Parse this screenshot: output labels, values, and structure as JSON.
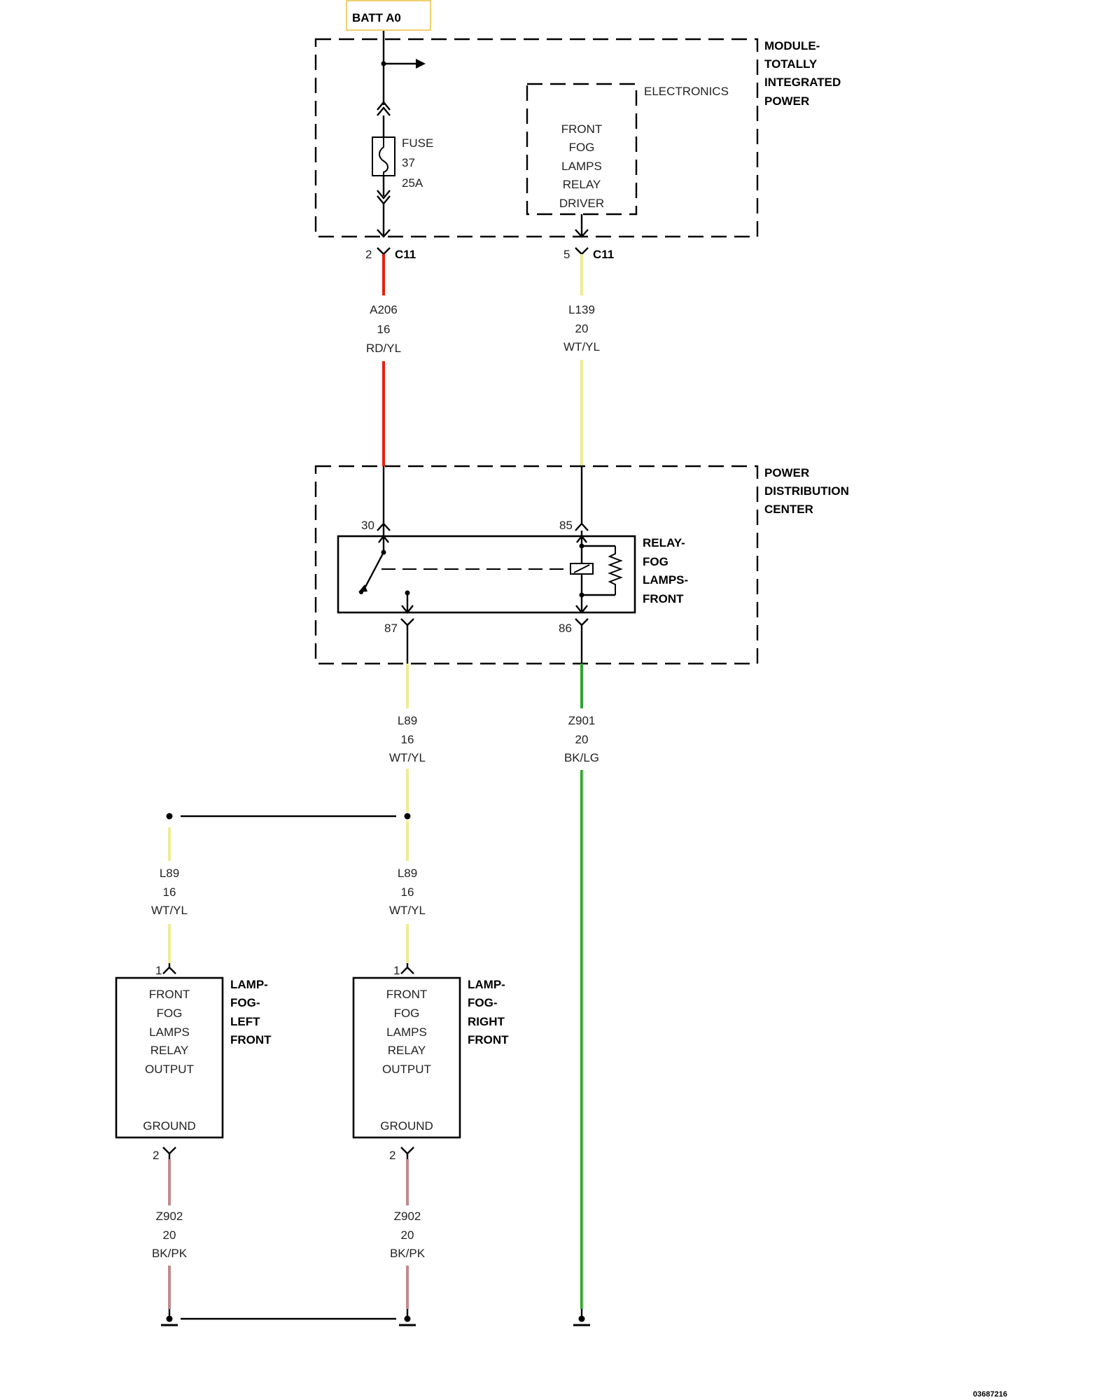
{
  "battery": {
    "label": "BATT A0"
  },
  "modules": {
    "tipm": {
      "lines": [
        "MODULE-",
        "TOTALLY",
        "INTEGRATED",
        "POWER"
      ]
    },
    "electronics": {
      "label": "ELECTRONICS",
      "lines": [
        "FRONT",
        "FOG",
        "LAMPS",
        "RELAY",
        "DRIVER"
      ]
    },
    "pdc": {
      "lines": [
        "POWER",
        "DISTRIBUTION",
        "CENTER"
      ]
    },
    "relay": {
      "lines": [
        "RELAY-",
        "FOG",
        "LAMPS-",
        "FRONT"
      ]
    },
    "lamp_left": {
      "name_lines": [
        "LAMP-",
        "FOG-",
        "LEFT",
        "FRONT"
      ],
      "inner_lines": [
        "FRONT",
        "FOG",
        "LAMPS",
        "RELAY",
        "OUTPUT"
      ],
      "ground_label": "GROUND"
    },
    "lamp_right": {
      "name_lines": [
        "LAMP-",
        "FOG-",
        "RIGHT",
        "FRONT"
      ],
      "inner_lines": [
        "FRONT",
        "FOG",
        "LAMPS",
        "RELAY",
        "OUTPUT"
      ],
      "ground_label": "GROUND"
    }
  },
  "fuse": {
    "lines": [
      "FUSE",
      "37",
      "25A"
    ]
  },
  "connectors": {
    "c11_pin2": {
      "pin": "2",
      "name": "C11"
    },
    "c11_pin5": {
      "pin": "5",
      "name": "C11"
    },
    "relay_pin30": {
      "pin": "30"
    },
    "relay_pin85": {
      "pin": "85"
    },
    "relay_pin87": {
      "pin": "87"
    },
    "relay_pin86": {
      "pin": "86"
    },
    "lamp_left_pin1": {
      "pin": "1"
    },
    "lamp_right_pin1": {
      "pin": "1"
    },
    "lamp_left_pin2": {
      "pin": "2"
    },
    "lamp_right_pin2": {
      "pin": "2"
    }
  },
  "wires": {
    "a206": {
      "lines": [
        "A206",
        "16",
        "RD/YL"
      ],
      "color": "#e8200c",
      "stripe": "#f0c000"
    },
    "l139": {
      "lines": [
        "L139",
        "20",
        "WT/YL"
      ],
      "color": "#f2f2a6"
    },
    "l89_main": {
      "lines": [
        "L89",
        "16",
        "WT/YL"
      ],
      "color": "#f2f2a6"
    },
    "z901": {
      "lines": [
        "Z901",
        "20",
        "BK/LG"
      ],
      "color": "#2fa52f",
      "stripe": "#9be08a"
    },
    "l89_left": {
      "lines": [
        "L89",
        "16",
        "WT/YL"
      ],
      "color": "#f2f2a6"
    },
    "l89_right": {
      "lines": [
        "L89",
        "16",
        "WT/YL"
      ],
      "color": "#f2f2a6"
    },
    "z902_left": {
      "lines": [
        "Z902",
        "20",
        "BK/PK"
      ],
      "color": "#c08a8e"
    },
    "z902_right": {
      "lines": [
        "Z902",
        "20",
        "BK/PK"
      ],
      "color": "#c08a8e"
    }
  },
  "footer": {
    "code": "03687216"
  }
}
